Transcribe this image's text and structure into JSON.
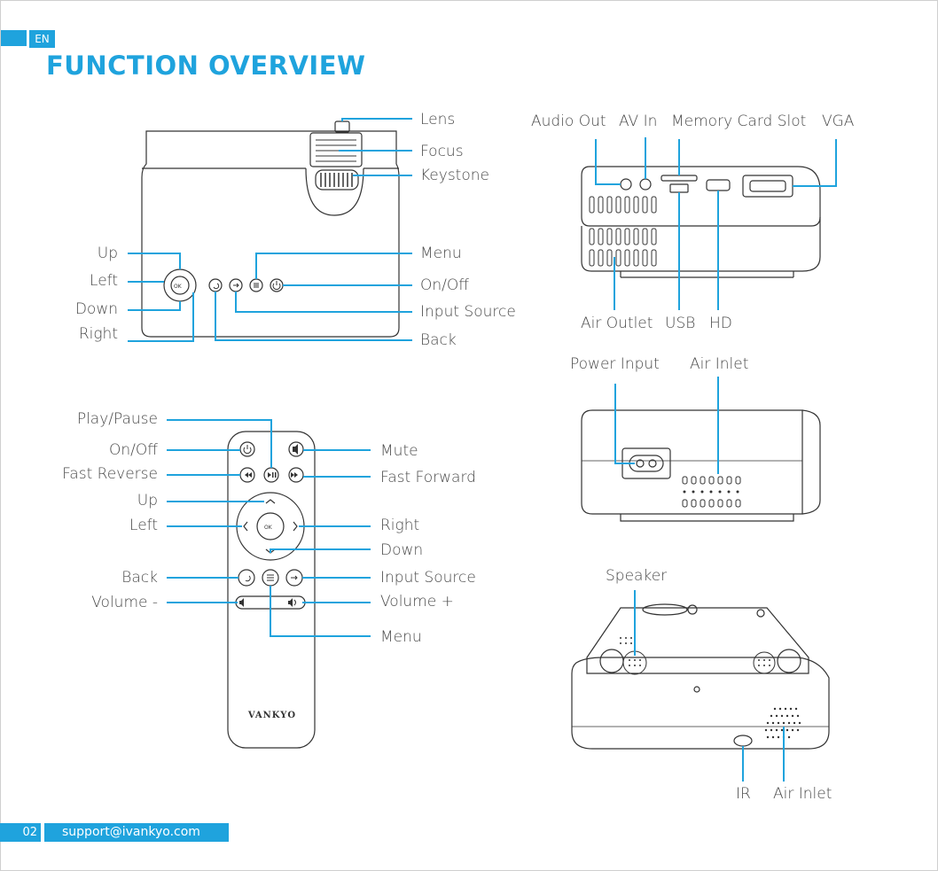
{
  "header": {
    "lang": "EN",
    "title": "FUNCTION OVERVIEW"
  },
  "footer": {
    "page_number": "02",
    "email": "support@ivankyo.com"
  },
  "colors": {
    "accent": "#1fa3dd",
    "line": "#333333"
  },
  "projector_top": {
    "labels": {
      "lens": "Lens",
      "focus": "Focus",
      "keystone": "Keystone",
      "menu": "Menu",
      "onoff": "On/Off",
      "input_source": "Input Source",
      "back": "Back",
      "up": "Up",
      "left": "Left",
      "down": "Down",
      "right": "Right"
    },
    "ok_button": "OK"
  },
  "projector_rear": {
    "labels": {
      "audio_out": "Audio Out",
      "av_in": "AV In",
      "memory_card_slot": "Memory Card Slot",
      "vga": "VGA",
      "air_outlet": "Air Outlet",
      "usb": "USB",
      "hd": "HD"
    }
  },
  "projector_side": {
    "labels": {
      "power_input": "Power Input",
      "air_inlet": "Air Inlet"
    }
  },
  "projector_bottom": {
    "labels": {
      "speaker": "Speaker",
      "ir": "IR",
      "air_inlet": "Air Inlet"
    }
  },
  "remote": {
    "brand": "VANKYO",
    "ok_button": "OK",
    "labels": {
      "play_pause": "Play/Pause",
      "onoff": "On/Off",
      "fast_reverse": "Fast Reverse",
      "up": "Up",
      "left": "Left",
      "back": "Back",
      "volume_minus": "Volume -",
      "mute": "Mute",
      "fast_forward": "Fast Forward",
      "right": "Right",
      "down": "Down",
      "input_source": "Input Source",
      "volume_plus": "Volume +",
      "menu": "Menu"
    }
  }
}
